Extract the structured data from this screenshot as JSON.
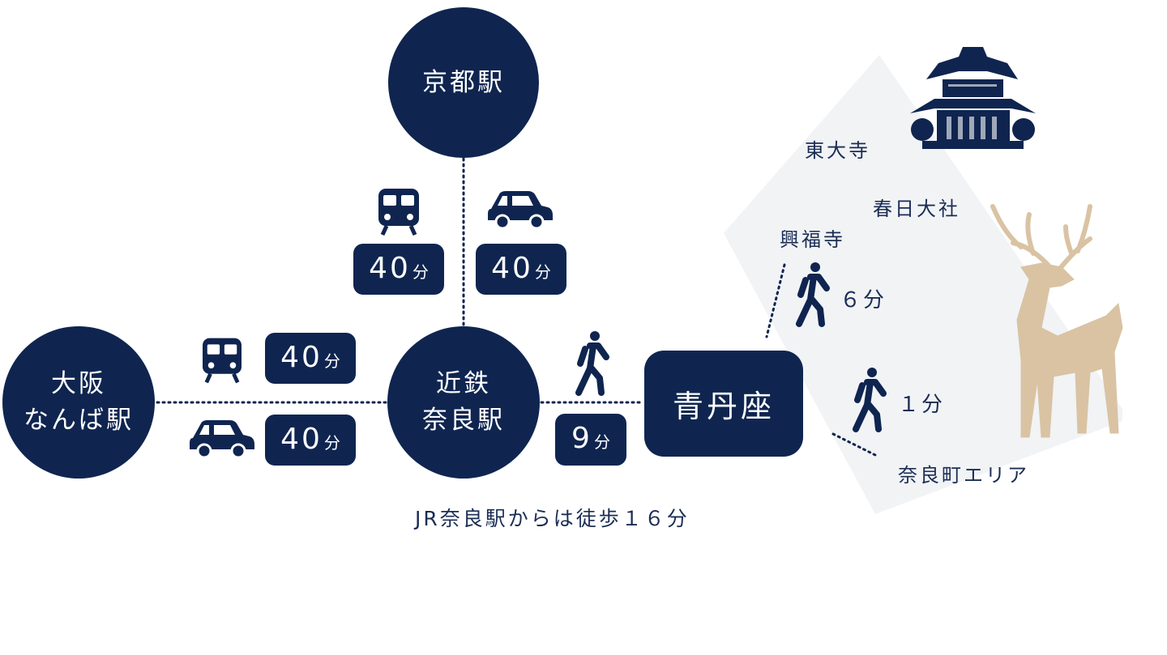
{
  "colors": {
    "navy": "#0f2550",
    "area_bg": "#f1f3f5",
    "deer": "#d9c3a3"
  },
  "stations": {
    "kyoto": {
      "label": "京都駅"
    },
    "osaka": {
      "line1": "大阪",
      "line2": "なんば駅"
    },
    "kintetsu_nara": {
      "line1": "近鉄",
      "line2": "奈良駅"
    }
  },
  "destination": {
    "label": "青丹座"
  },
  "routes": {
    "kyoto_train": {
      "icon": "train-icon",
      "minutes": "40",
      "unit": "分"
    },
    "kyoto_car": {
      "icon": "car-icon",
      "minutes": "40",
      "unit": "分"
    },
    "osaka_train": {
      "icon": "train-icon",
      "minutes": "40",
      "unit": "分"
    },
    "osaka_car": {
      "icon": "car-icon",
      "minutes": "40",
      "unit": "分"
    },
    "walk_to_venue": {
      "icon": "walker-icon",
      "minutes": "9",
      "unit": "分"
    }
  },
  "area": {
    "todaiji": "東大寺",
    "kasuga": "春日大社",
    "kofukuji": "興福寺",
    "walk_kofukuji": "６分",
    "walk_naramachi": "１分",
    "naramachi": "奈良町エリア"
  },
  "note": "JR奈良駅からは徒歩１６分"
}
